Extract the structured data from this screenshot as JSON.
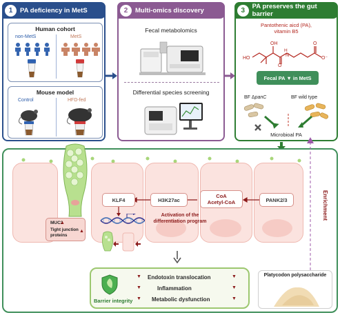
{
  "panel1": {
    "num": "1",
    "title": "PA deficiency in MetS",
    "human": {
      "title": "Human cohort",
      "left_label": "non-MetS",
      "right_label": "MetS"
    },
    "mouse": {
      "title": "Mouse model",
      "left_label": "Control",
      "right_label": "HFD-fed"
    }
  },
  "panel2": {
    "num": "2",
    "title": "Multi-omics discovery",
    "top_label": "Fecal metabolomics",
    "bottom_label": "Differential species screening"
  },
  "panel3": {
    "num": "3",
    "title": "PA preserves the gut barrier",
    "chem_line1": "Pantothenic aicd (PA),",
    "chem_line2": "vitamin B5",
    "fecal_box": "Fecal PA ▼ in MetS",
    "bf_left_prefix": "BF Δ",
    "bf_left_gene": "panC",
    "bf_right": "BF wild type",
    "microbial": "Microbioal PA"
  },
  "bottom": {
    "enrichment": "Enrichment",
    "pank": "PANK2/3",
    "coa_line1": "CoA",
    "coa_line2": "Acetyl-CoA",
    "h3k27ac": "H3K27ac",
    "klf4": "KLF4",
    "activation_line1": "Activation of the",
    "activation_line2": "differentiation program",
    "muc2": "MUC2",
    "tight1": "Tight junction",
    "tight2": "proteins",
    "barrier": {
      "label": "Barrier integrity",
      "items": [
        "Endotoxin translocation",
        "Inflammation",
        "Metabolic dysfunction"
      ]
    },
    "platy": "Platycodon polysaccharide"
  },
  "colors": {
    "blue": "#2a4f8c",
    "purple": "#8b5a92",
    "green": "#2e7d32",
    "red": "#8b1a1a"
  }
}
